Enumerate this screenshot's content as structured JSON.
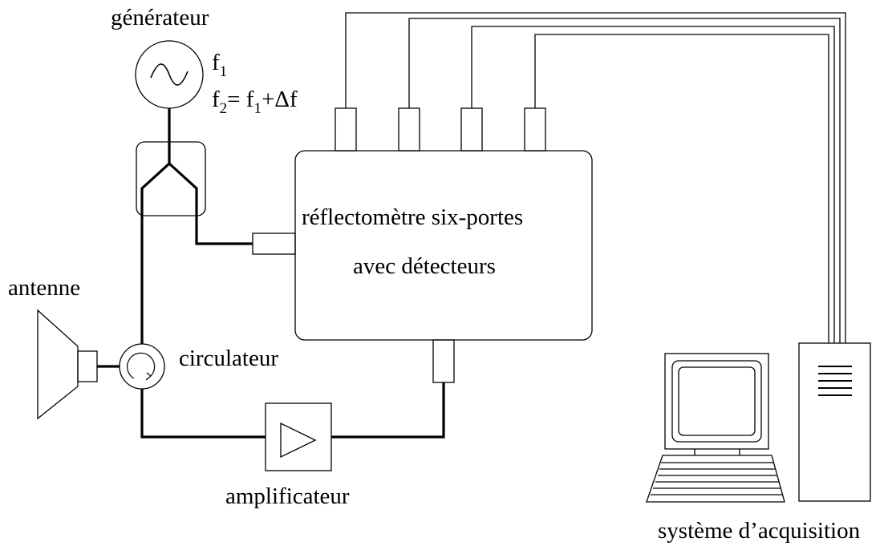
{
  "labels": {
    "generator": "générateur",
    "freq1_base": "f",
    "freq1_sub": "1",
    "freq2_base": "f",
    "freq2_sub": "2",
    "freq2_eq": "= f",
    "freq2_sub2": "1",
    "freq2_delta": "+Δf",
    "reflectometer_line1": "réflectomètre six-portes",
    "reflectometer_line2": "avec détecteurs",
    "antenna": "antenne",
    "circulator": "circulateur",
    "amplifier": "amplificateur",
    "acquisition": "système d’acquisition"
  },
  "colors": {
    "stroke": "#000000",
    "background": "#ffffff"
  }
}
